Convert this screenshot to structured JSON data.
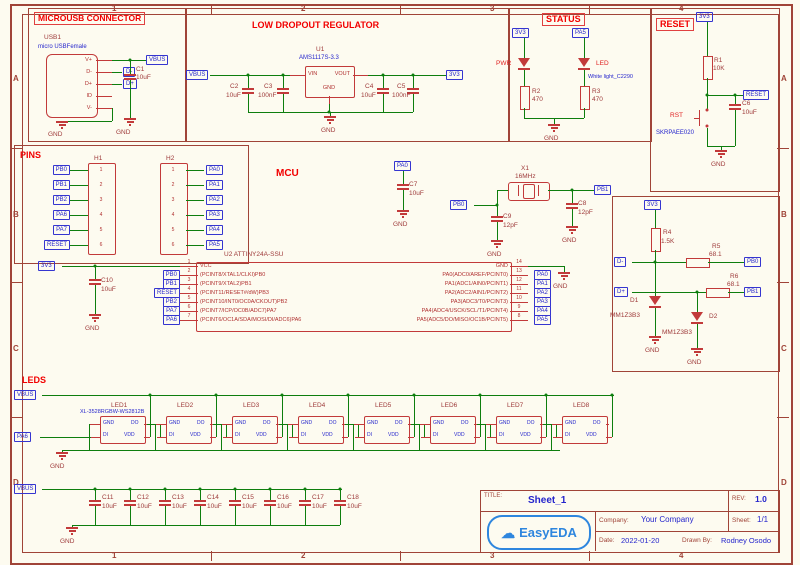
{
  "frame": {
    "rows": [
      "A",
      "B",
      "C",
      "D"
    ],
    "cols": [
      "1",
      "2",
      "3",
      "4"
    ]
  },
  "net": {
    "gnd": "GND",
    "v33": "3V3",
    "vbus": "VBUS"
  },
  "usb": {
    "title": "MICROUSB CONNECTOR",
    "ref": "USB1",
    "part": "micro USBFemale",
    "pins": [
      "V+",
      "D-",
      "D+",
      "ID",
      "V-"
    ],
    "dm": "D-",
    "dp": "D+",
    "c1": {
      "ref": "C1",
      "val": "10uF"
    }
  },
  "ldo": {
    "title": "LOW DROPOUT REGULATOR",
    "u1": {
      "ref": "U1",
      "part": "AMS1117S-3.3",
      "vin": "VIN",
      "vout": "VOUT",
      "gnd": "GND"
    },
    "caps": [
      {
        "ref": "C2",
        "val": "10uF"
      },
      {
        "ref": "C3",
        "val": "100nF"
      },
      {
        "ref": "C4",
        "val": "10uF"
      },
      {
        "ref": "C5",
        "val": "100nF"
      }
    ]
  },
  "status": {
    "title": "STATUS",
    "pa5": "PA5",
    "pwr": "PWR",
    "led": "LED",
    "led_part": "White light_C2290",
    "r2": {
      "ref": "R2",
      "val": "470"
    },
    "r3": {
      "ref": "R3",
      "val": "470"
    }
  },
  "reset": {
    "title": "RESET",
    "flag": "RESET",
    "r1": {
      "ref": "R1",
      "val": "10K"
    },
    "sw": {
      "ref": "RST",
      "part": "SKRPAEE020"
    },
    "c6": {
      "ref": "C6",
      "val": "10uF"
    }
  },
  "pins": {
    "title": "PINS",
    "h1": {
      "ref": "H1",
      "rows": [
        {
          "n": "1",
          "net": "PB0"
        },
        {
          "n": "2",
          "net": "PB1"
        },
        {
          "n": "3",
          "net": "PB2"
        },
        {
          "n": "4",
          "net": "PA6"
        },
        {
          "n": "5",
          "net": "PA7"
        },
        {
          "n": "6",
          "net": "RESET"
        }
      ]
    },
    "h2": {
      "ref": "H2",
      "rows": [
        {
          "n": "1",
          "net": "PA0"
        },
        {
          "n": "2",
          "net": "PA1"
        },
        {
          "n": "3",
          "net": "PA2"
        },
        {
          "n": "4",
          "net": "PA3"
        },
        {
          "n": "5",
          "net": "PA4"
        },
        {
          "n": "6",
          "net": "PA5"
        }
      ]
    }
  },
  "mcu": {
    "title": "MCU",
    "u2": "U2 ATTINY24A-SSU",
    "left": [
      {
        "num": "1",
        "name": "VCC",
        "net": ""
      },
      {
        "num": "2",
        "name": "(PCINT8/XTAL1/CLKI)PB0",
        "net": "PB0"
      },
      {
        "num": "3",
        "name": "(PCINT9/XTAL2)PB1",
        "net": "PB1"
      },
      {
        "num": "4",
        "name": "(PCINT11/RESET#/dW)PB3",
        "net": "RESET"
      },
      {
        "num": "5",
        "name": "(PCINT10/INT0/OC0A/CKOUT)PB2",
        "net": "PB2"
      },
      {
        "num": "6",
        "name": "(PCINT7/ICP/OC0B/ADC7)PA7",
        "net": "PA7"
      },
      {
        "num": "7",
        "name": "(PCINT6/OC1A/SDA/MOSI/DI/ADC6)PA6",
        "net": "PA6"
      }
    ],
    "right": [
      {
        "num": "14",
        "name": "GND",
        "net": ""
      },
      {
        "num": "13",
        "name": "PA0(ADC0/AREF/PCINT0)",
        "net": "PA0"
      },
      {
        "num": "12",
        "name": "PA1(ADC1/AIN0/PCINT1)",
        "net": "PA1"
      },
      {
        "num": "11",
        "name": "PA2(ADC2/AIN1/PCINT2)",
        "net": "PA2"
      },
      {
        "num": "10",
        "name": "PA3(ADC3/T0/PCINT3)",
        "net": "PA3"
      },
      {
        "num": "9",
        "name": "PA4(ADC4/USCK/SCL/T1/PCINT4)",
        "net": "PA4"
      },
      {
        "num": "8",
        "name": "PA5(ADC5/DO/MISO/OC1B/PCINT5)",
        "net": "PA5"
      }
    ],
    "pa0": "PA0",
    "pb0": "PB0",
    "pb1": "PB1",
    "x1": {
      "ref": "X1",
      "val": "16MHz"
    },
    "c7": {
      "ref": "C7",
      "val": "10uF"
    },
    "c8": {
      "ref": "C8",
      "val": "12pF"
    },
    "c9": {
      "ref": "C9",
      "val": "12pF"
    },
    "c10": {
      "ref": "C10",
      "val": "10uF"
    }
  },
  "usbnet": {
    "dm": "D-",
    "dp": "D+",
    "pb0": "PB0",
    "pb1": "PB1",
    "r4": {
      "ref": "R4",
      "val": "1.5K"
    },
    "r5": {
      "ref": "R5",
      "val": "68.1"
    },
    "r6": {
      "ref": "R6",
      "val": "68.1"
    },
    "d1": {
      "ref": "D1",
      "part": "MM1Z3B3"
    },
    "d2": {
      "ref": "D2",
      "part": "MM1Z3B3"
    }
  },
  "leds": {
    "title": "LEDS",
    "pa6": "PA6",
    "part": "XL-3528RGBW-WS2812B",
    "pin_gnd": "GND",
    "pin_do": "DO",
    "pin_di": "DI",
    "pin_vdd": "VDD",
    "items": [
      {
        "ref": "LED1"
      },
      {
        "ref": "LED2"
      },
      {
        "ref": "LED3"
      },
      {
        "ref": "LED4"
      },
      {
        "ref": "LED5"
      },
      {
        "ref": "LED6"
      },
      {
        "ref": "LED7"
      },
      {
        "ref": "LED8"
      }
    ],
    "caps": [
      {
        "ref": "C11",
        "val": "10uF"
      },
      {
        "ref": "C12",
        "val": "10uF"
      },
      {
        "ref": "C13",
        "val": "10uF"
      },
      {
        "ref": "C14",
        "val": "10uF"
      },
      {
        "ref": "C15",
        "val": "10uF"
      },
      {
        "ref": "C16",
        "val": "10uF"
      },
      {
        "ref": "C17",
        "val": "10uF"
      },
      {
        "ref": "C18",
        "val": "10uF"
      }
    ]
  },
  "titleblock": {
    "title_lbl": "TITLE:",
    "title": "Sheet_1",
    "rev_lbl": "REV:",
    "rev": "1.0",
    "company_lbl": "Company:",
    "company": "Your Company",
    "sheet_lbl": "Sheet:",
    "sheet": "1/1",
    "date_lbl": "Date:",
    "date": "2022-01-20",
    "drawn_lbl": "Drawn By:",
    "drawn": "Rodney Osodo",
    "logo": "EasyEDA"
  }
}
